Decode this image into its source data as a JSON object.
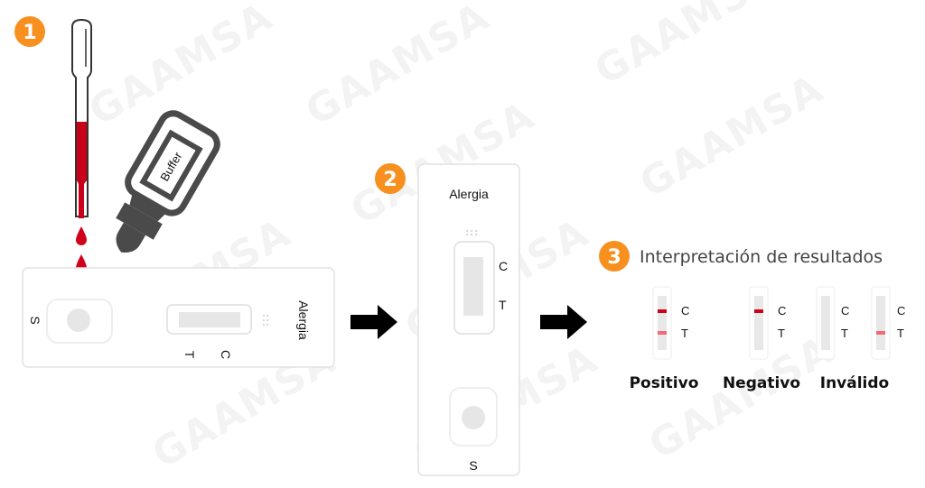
{
  "watermark": "GAAMSA",
  "colors": {
    "accent": "#F7901E",
    "blood": "#D0021B",
    "test_line": "#F06A7A",
    "dark": "#4A4A4A"
  },
  "step1": {
    "number": "1",
    "bottle_label": "Buffer",
    "cassette_name": "Alergia",
    "sample_label": "S",
    "control_label": "C",
    "test_label": "T"
  },
  "step2": {
    "number": "2",
    "cassette_name": "Alergia",
    "sample_label": "S",
    "control_label": "C",
    "test_label": "T"
  },
  "step3": {
    "number": "3",
    "title": "Interpretación de resultados",
    "control_label": "C",
    "test_label": "T",
    "results": [
      {
        "label": "Positivo"
      },
      {
        "label": "Negativo"
      },
      {
        "label": "Inválido"
      }
    ]
  }
}
